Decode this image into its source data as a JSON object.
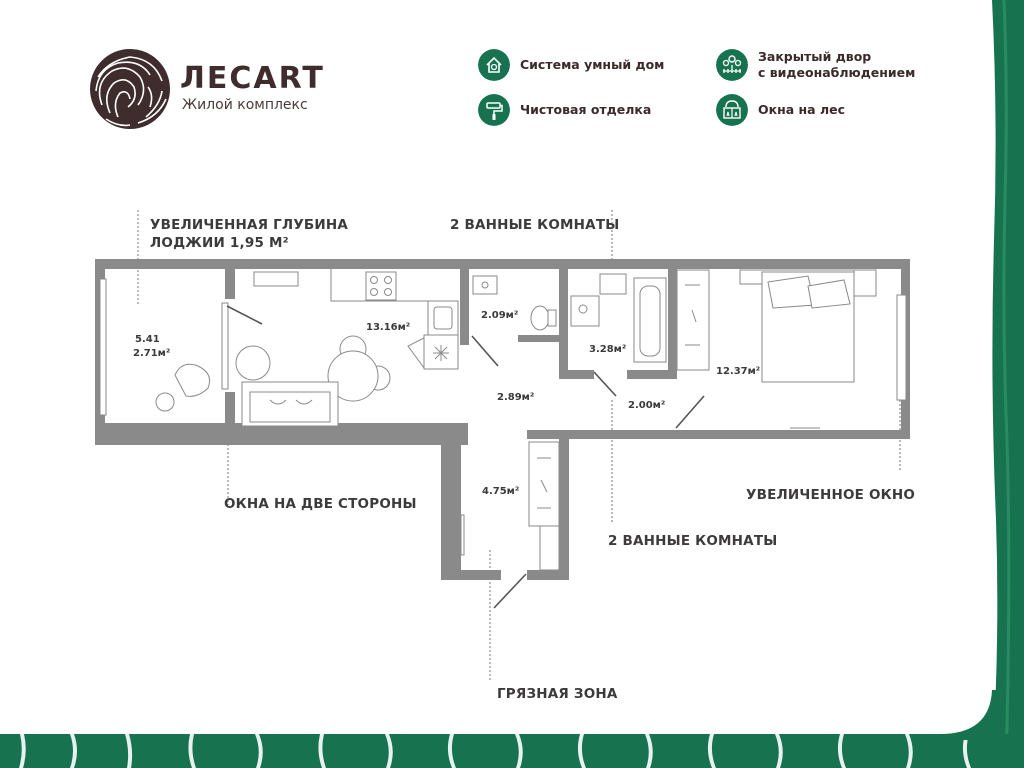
{
  "brand": {
    "logo_text": "ЛЕСART",
    "subtitle": "Жилой комплекс"
  },
  "features": [
    {
      "icon": "smart-home-icon",
      "label": "Система умный дом"
    },
    {
      "icon": "paint-roller-icon",
      "label": "Чистовая отделка"
    },
    {
      "icon": "cctv-yard-icon",
      "label_line1": "Закрытый двор",
      "label_line2": "с видеонаблюдением"
    },
    {
      "icon": "forest-window-icon",
      "label": "Окна на лес"
    }
  ],
  "callouts": {
    "loggia_line1": "УВЕЛИЧЕННАЯ ГЛУБИНА",
    "loggia_line2": "ЛОДЖИИ 1,95 М²",
    "bathrooms_top": "2 ВАННЫЕ КОМНАТЫ",
    "windows_two_sides": "ОКНА НА ДВЕ СТОРОНЫ",
    "bigger_window": "УВЕЛИЧЕННОЕ ОКНО",
    "bathrooms_bottom": "2 ВАННЫЕ КОМНАТЫ",
    "dirty_zone": "ГРЯЗНАЯ ЗОНА"
  },
  "rooms": {
    "loggia_a": "5.41",
    "loggia_b": "2.71м²",
    "kitchen_living": "13.16м²",
    "bath_1": "2.09м²",
    "bath_2": "3.28м²",
    "hall": "2.89м²",
    "corridor": "2.00м²",
    "bedroom": "12.37м²",
    "entrance": "4.75м²"
  },
  "colors": {
    "brand_green": "#17734f",
    "wall": "#8a8a8a",
    "brand_brown": "#3f2c2c"
  }
}
